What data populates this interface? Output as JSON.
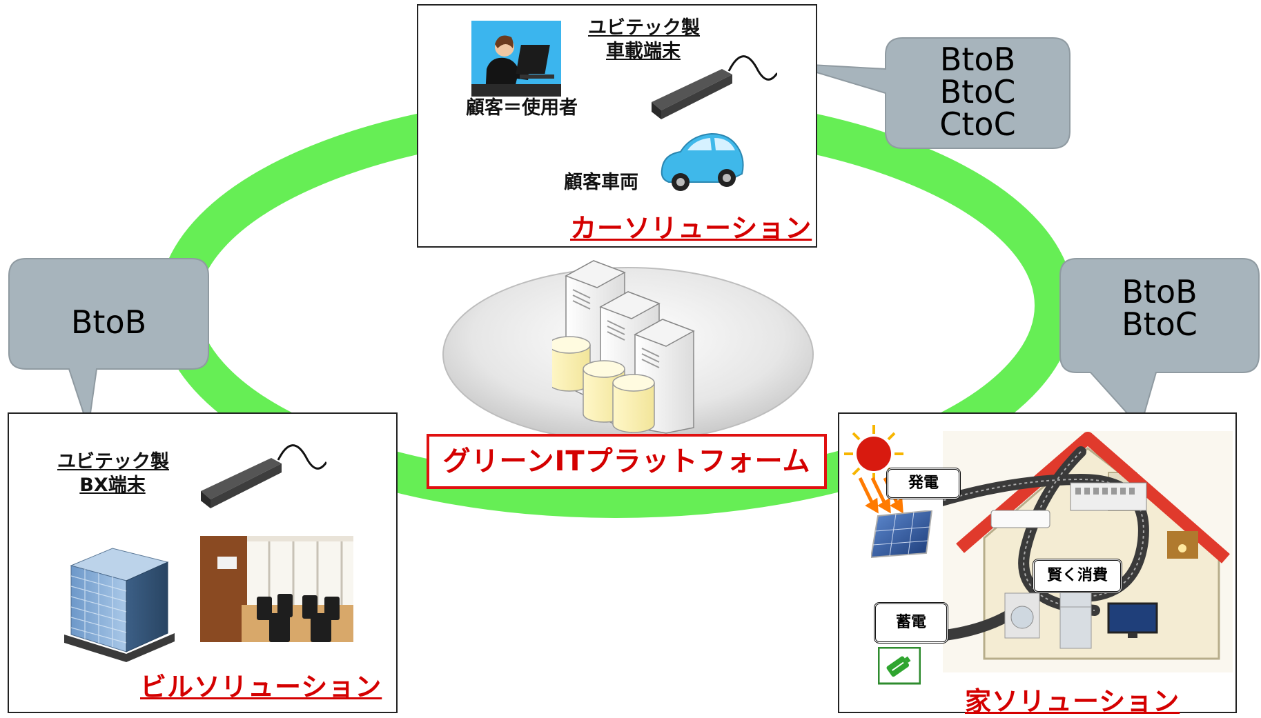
{
  "platform": {
    "label": "グリーンITプラットフォーム"
  },
  "car": {
    "title": "カーソリューション",
    "device_label_line1": "ユビテック製",
    "device_label_line2": "車載端末",
    "customer_label": "顧客＝使用者",
    "vehicle_label": "顧客車両"
  },
  "building": {
    "title": "ビルソリューション",
    "device_label_line1": "ユビテック製",
    "device_label_line2": "BX端末"
  },
  "home": {
    "title": "家ソリューション",
    "generate_label": "発電",
    "storage_label": "蓄電",
    "consume_label": "賢く消費"
  },
  "bubbles": {
    "car": [
      "BtoB",
      "BtoC",
      "CtoC"
    ],
    "building": [
      "BtoB"
    ],
    "home": [
      "BtoB",
      "BtoC"
    ]
  },
  "colors": {
    "ring": "#66ee55",
    "bubble": "#a7b4bc",
    "solution_title": "#d40000",
    "platform_border": "#e01010"
  },
  "icons": [
    "server-cluster-icon",
    "database-icon",
    "car-terminal-icon",
    "person-computer-icon",
    "car-icon",
    "office-building-icon",
    "meeting-room-photo",
    "house-icon",
    "sun-icon",
    "solar-panel-icon",
    "battery-icon"
  ]
}
